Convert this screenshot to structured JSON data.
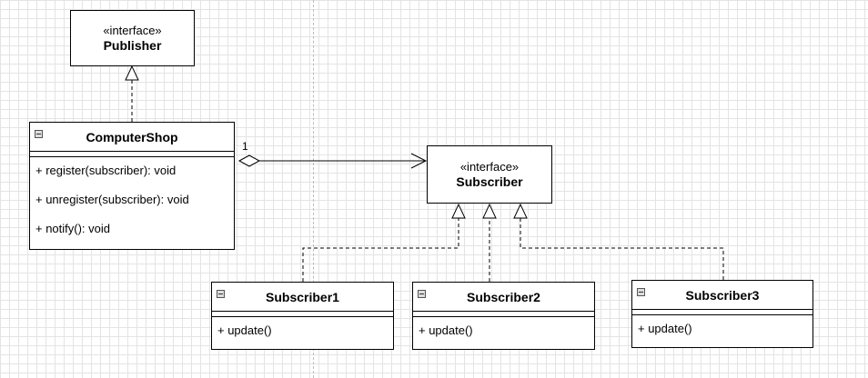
{
  "publisher": {
    "stereotype": "«interface»",
    "name": "Publisher"
  },
  "subscriber": {
    "stereotype": "«interface»",
    "name": "Subscriber"
  },
  "computer_shop": {
    "name": "ComputerShop",
    "operations": [
      "+ register(subscriber): void",
      "+ unregister(subscriber): void",
      "+ notify(): void"
    ]
  },
  "subscribers": [
    {
      "name": "Subscriber1",
      "operations": [
        "+ update()"
      ]
    },
    {
      "name": "Subscriber2",
      "operations": [
        "+ update()"
      ]
    },
    {
      "name": "Subscriber3",
      "operations": [
        "+ update()"
      ]
    }
  ],
  "association": {
    "multiplicity": "1"
  }
}
